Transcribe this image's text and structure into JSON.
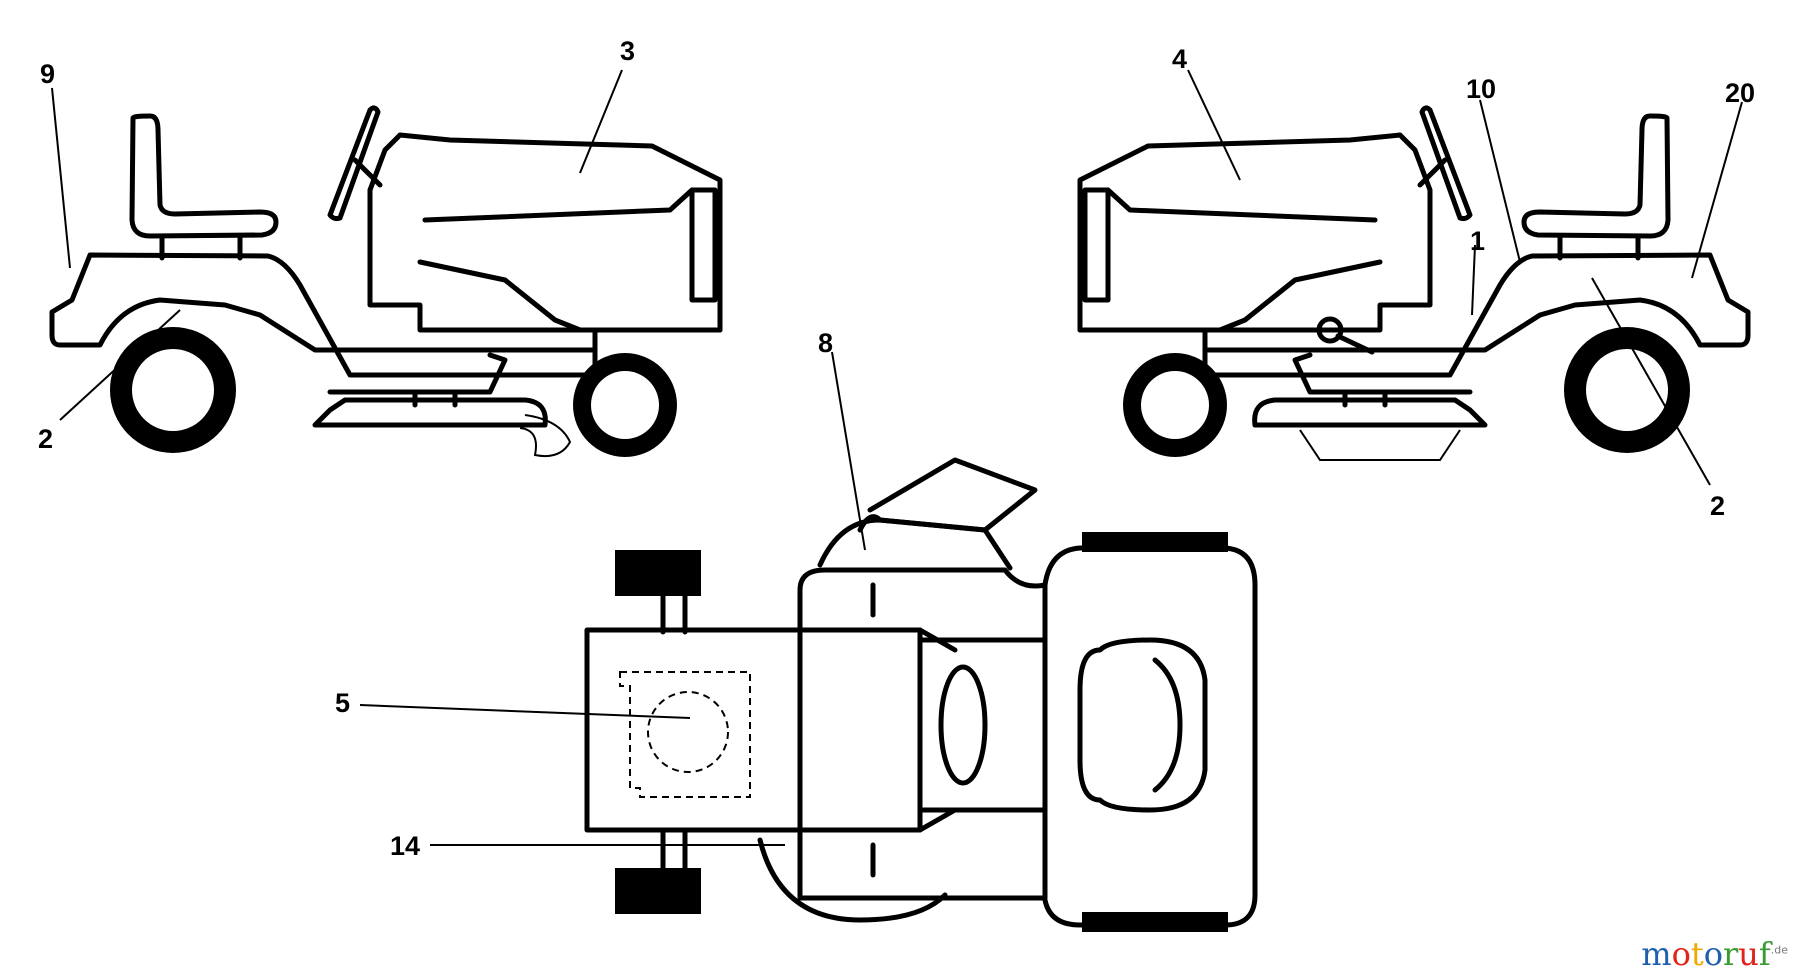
{
  "callouts": {
    "c9": "9",
    "c3": "3",
    "c2_left": "2",
    "c4": "4",
    "c10": "10",
    "c20": "20",
    "c1": "1",
    "c2_right": "2",
    "c8": "8",
    "c5": "5",
    "c14": "14"
  },
  "watermark": {
    "text": "motoruf",
    "suffix": ".de",
    "colors": [
      "#1f5fae",
      "#e2231a",
      "#f2a900",
      "#1f5fae",
      "#3a9b35",
      "#e2231a",
      "#3a9b35"
    ]
  }
}
